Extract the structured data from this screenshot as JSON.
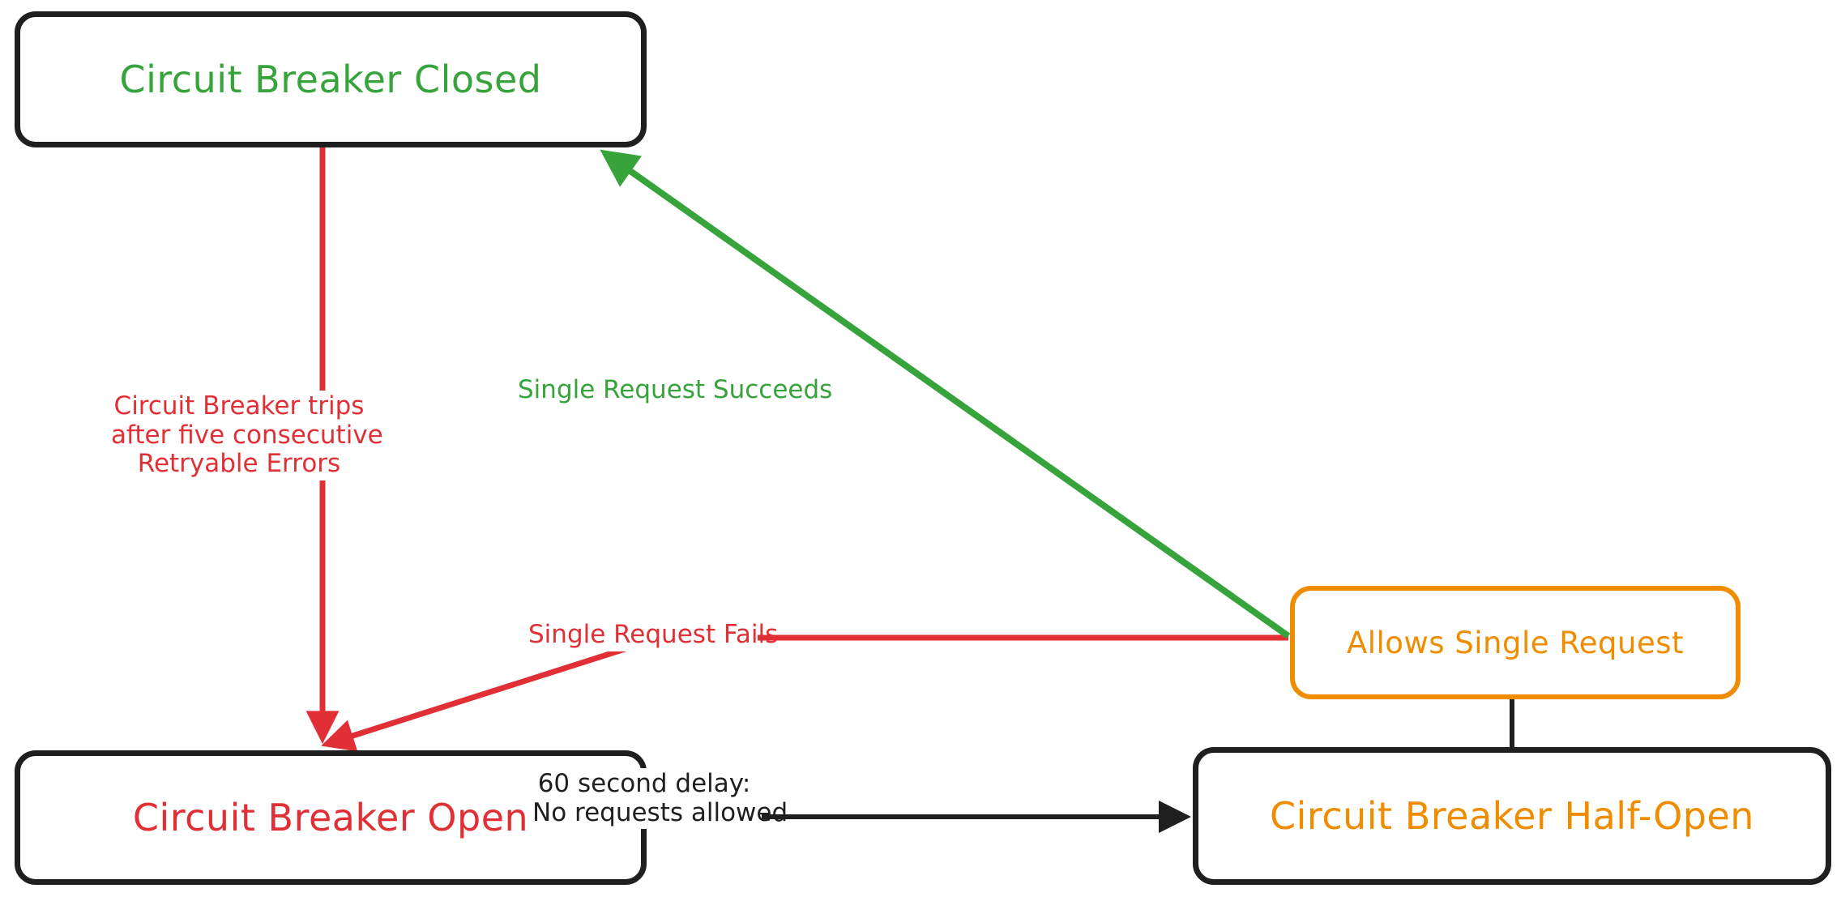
{
  "diagram": {
    "type": "state-machine-flowchart",
    "title": "Circuit Breaker State Transitions",
    "background_color": "#ffffff",
    "colors": {
      "green": "#36a33b",
      "red": "#e02f35",
      "orange": "#f08c00",
      "black": "#1f1f1f"
    }
  },
  "nodes": [
    {
      "id": "closed",
      "label": "Circuit Breaker Closed",
      "text_color": "#36a33b",
      "border_color": "#1f1f1f",
      "shape": "rounded-rect"
    },
    {
      "id": "open",
      "label": "Circuit Breaker Open",
      "text_color": "#e02f35",
      "border_color": "#1f1f1f",
      "shape": "rounded-rect"
    },
    {
      "id": "half_open",
      "label": "Circuit Breaker Half-Open",
      "text_color": "#f08c00",
      "border_color": "#1f1f1f",
      "shape": "rounded-rect"
    },
    {
      "id": "allows_single_request",
      "label": "Allows Single Request",
      "text_color": "#f08c00",
      "border_color": "#f08c00",
      "shape": "rounded-rect"
    }
  ],
  "edges": [
    {
      "id": "closed_to_open",
      "from": "closed",
      "to": "open",
      "color": "#e02f35",
      "arrow": true,
      "label": "Circuit Breaker trips\nafter five consecutive\nRetryable Errors",
      "label_lines": [
        "Circuit Breaker trips",
        "after five consecutive",
        "Retryable Errors"
      ]
    },
    {
      "id": "allows_to_closed",
      "from": "allows_single_request",
      "to": "closed",
      "color": "#36a33b",
      "arrow": true,
      "label": "Single Request Succeeds",
      "label_lines": [
        "Single Request Succeeds"
      ]
    },
    {
      "id": "allows_to_open",
      "from": "allows_single_request",
      "to": "open",
      "color": "#e02f35",
      "arrow": true,
      "label": "Single Request Fails",
      "label_lines": [
        "Single Request Fails"
      ]
    },
    {
      "id": "open_to_half_open",
      "from": "open",
      "to": "half_open",
      "color": "#1f1f1f",
      "arrow": true,
      "label": "60 second delay:\nNo requests allowed",
      "label_lines": [
        "60 second delay:",
        "No requests allowed"
      ]
    },
    {
      "id": "half_open_to_allows",
      "from": "half_open",
      "to": "allows_single_request",
      "color": "#1f1f1f",
      "arrow": false,
      "label": "",
      "label_lines": []
    }
  ]
}
